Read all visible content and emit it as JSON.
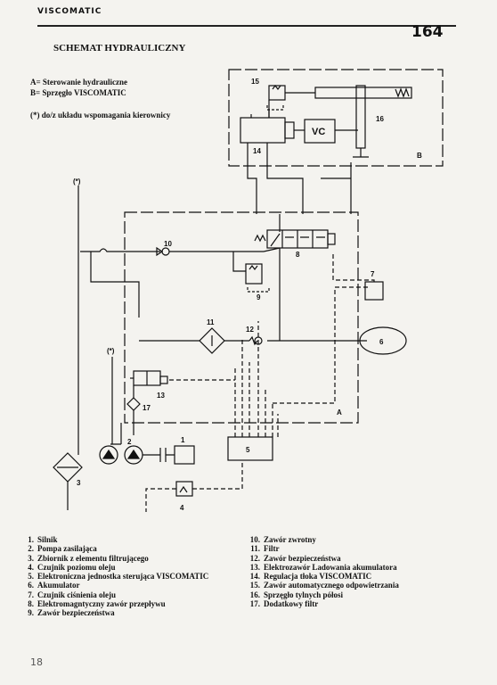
{
  "header": {
    "brand": "VISCOMATIC",
    "model": "164"
  },
  "title": "SCHEMAT HYDRAULICZNY",
  "legend": {
    "a": "A= Sterowanie hydrauliczne",
    "b": "B= Sprzęgło VISCOMATIC",
    "note": "(*) do/z układu wspomagania kierownicy"
  },
  "diagram": {
    "labels": {
      "A": "A",
      "B": "B",
      "VC": "VC",
      "star1": "(*)",
      "star2": "(*)",
      "n1": "1",
      "n2": "2",
      "n3": "3",
      "n4": "4",
      "n5": "5",
      "n6": "6",
      "n7": "7",
      "n8": "8",
      "n9": "9",
      "n10": "10",
      "n11": "11",
      "n12": "12",
      "n13": "13",
      "n14": "14",
      "n15": "15",
      "n16": "16",
      "n17": "17"
    }
  },
  "parts": {
    "left": [
      {
        "num": "1.",
        "label": "Silnik"
      },
      {
        "num": "2.",
        "label": "Pompa zasilająca"
      },
      {
        "num": "3.",
        "label": "Zbiornik z elementu filtrującego"
      },
      {
        "num": "4.",
        "label": "Czujnik poziomu oleju"
      },
      {
        "num": "5.",
        "label": "Elektroniczna jednostka sterująca VISCOMATIC"
      },
      {
        "num": "6.",
        "label": "Akumulator"
      },
      {
        "num": "7.",
        "label": "Czujnik ciśnienia oleju"
      },
      {
        "num": "8.",
        "label": "Elektromagntyczny zawór przepływu"
      },
      {
        "num": "9.",
        "label": "Zawór bezpieczeństwa"
      }
    ],
    "right": [
      {
        "num": "10.",
        "label": "Zawór zwrotny"
      },
      {
        "num": "11.",
        "label": "Filtr"
      },
      {
        "num": "12.",
        "label": "Zawór bezpieczeństwa"
      },
      {
        "num": "13.",
        "label": "Elektrozawór Ladowania akumulatora"
      },
      {
        "num": "14.",
        "label": "Regulacja tłoka VISCOMATIC"
      },
      {
        "num": "15.",
        "label": "Zawór automatycznego odpowietrzania"
      },
      {
        "num": "16.",
        "label": "Sprzęgło tylnych półosi"
      },
      {
        "num": "17.",
        "label": "Dodatkowy filtr"
      }
    ]
  },
  "page_number": "18"
}
